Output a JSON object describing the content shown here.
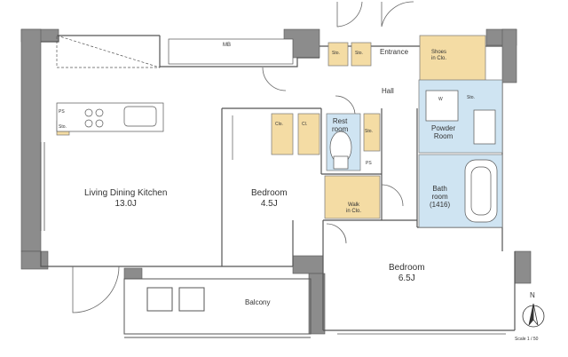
{
  "rooms": {
    "ldk": {
      "name": "Living Dining Kitchen",
      "size": "13.0J"
    },
    "bedroom1": {
      "name": "Bedroom",
      "size": "4.5J"
    },
    "bedroom2": {
      "name": "Bedroom",
      "size": "6.5J"
    },
    "balcony": {
      "name": "Balcony"
    },
    "hall": {
      "name": "Hall"
    },
    "entrance": {
      "name": "Entrance"
    },
    "restroom": {
      "line1": "Rest",
      "line2": "room"
    },
    "powder": {
      "line1": "Powder",
      "line2": "Room"
    },
    "bath": {
      "line1": "Bath",
      "line2": "room",
      "line3": "(1416)"
    },
    "walkin": {
      "line1": "Walk",
      "line2": "in Clo."
    },
    "shoes": {
      "line1": "Shoes",
      "line2": "in Clo."
    }
  },
  "fixtures": {
    "mb": "MB",
    "sto1": "Sto.",
    "sto2": "Sto.",
    "sto3": "Sto.",
    "sto4": "Sto.",
    "sto5": "Sto.",
    "clo": "Clo.",
    "cl": "Cl.",
    "ps1": "PS",
    "ps2": "PS",
    "w": "W"
  },
  "scale": "Scale 1 / 50",
  "north": "N",
  "colors": {
    "wall": "#8c8c8c",
    "storage": "#f4dca4",
    "wet": "#cfe4f2",
    "line": "#555555"
  }
}
